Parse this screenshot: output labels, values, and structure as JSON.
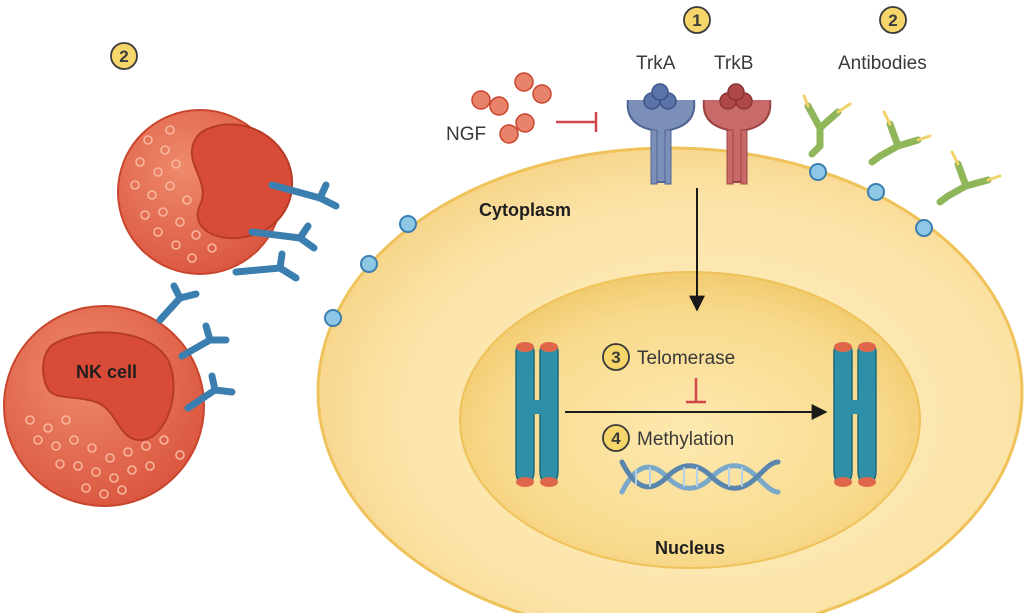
{
  "labels": {
    "ngf": "NGF",
    "trka": "TrkA",
    "trkb": "TrkB",
    "antibodies": "Antibodies",
    "cytoplasm": "Cytoplasm",
    "nucleus": "Nucleus",
    "telomerase": "Telomerase",
    "methylation": "Methylation",
    "nk_cell": "NK cell"
  },
  "badges": {
    "trk": "1",
    "antibodies": "2",
    "nk_cells": "2",
    "telomerase": "3",
    "methylation": "4"
  },
  "colors": {
    "cell_fill": "#fbe3a6",
    "cell_edge": "#efc25a",
    "nucleus_fill": "#f5cf75",
    "nk_cell_fill": "#e0664b",
    "nk_nucleus_fill": "#d4503a",
    "receptor_trka": "#7b8fb8",
    "receptor_trkb": "#c86a6a",
    "antibody": "#8fb75a",
    "nk_receptor": "#3a7fb0",
    "chromosome": "#2f8fa6",
    "telomere": "#e0664b",
    "inhibit": "#d0454a",
    "badge_fill": "#f6d66b"
  }
}
